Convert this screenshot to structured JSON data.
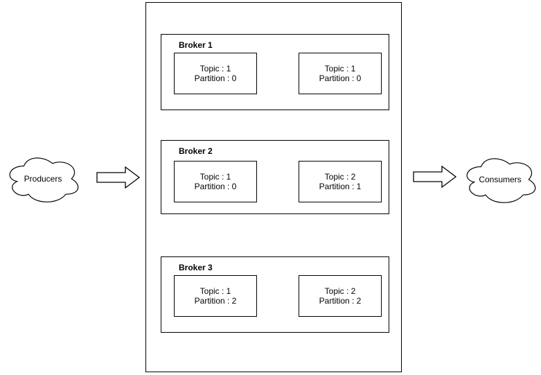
{
  "producers": {
    "label": "Producers"
  },
  "consumers": {
    "label": "Consumers"
  },
  "cluster": {
    "brokers": [
      {
        "label": "Broker 1",
        "partitions": [
          {
            "topic": "Topic : 1",
            "partition": "Partition : 0"
          },
          {
            "topic": "Topic : 1",
            "partition": "Partition : 0"
          }
        ]
      },
      {
        "label": "Broker 2",
        "partitions": [
          {
            "topic": "Topic : 1",
            "partition": "Partition : 0"
          },
          {
            "topic": "Topic : 2",
            "partition": "Partition : 1"
          }
        ]
      },
      {
        "label": "Broker 3",
        "partitions": [
          {
            "topic": "Topic : 1",
            "partition": "Partition : 2"
          },
          {
            "topic": "Topic : 2",
            "partition": "Partition : 2"
          }
        ]
      }
    ]
  },
  "colors": {
    "stroke": "#000000",
    "background": "#ffffff",
    "text": "#000000"
  }
}
